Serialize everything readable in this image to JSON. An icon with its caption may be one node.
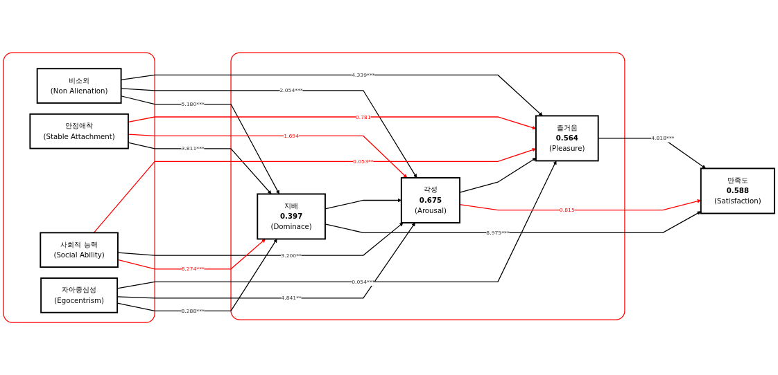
{
  "diagram": {
    "nodes": [
      {
        "text": [],
        "shape": "box"
      },
      {
        "text": [
          "비소외",
          "(Non Alienation)"
        ],
        "in": 0
      },
      {
        "text": [
          "안정애착",
          "(Stable Attachment)"
        ],
        "in": 0
      },
      {
        "text": [
          "사회적 능력",
          "(Social Ability)"
        ],
        "in": 0
      },
      {
        "text": [
          "자아중심성",
          "(Egocentrism)"
        ],
        "in": 0
      },
      {
        "text": [],
        "shape": "box"
      },
      {
        "text": [
          "즐거움",
          "0.564",
          "(Pleasure)"
        ],
        "in": 5
      },
      {
        "text": [
          "각성",
          "0.675",
          "(Arousal)"
        ],
        "in": 5
      },
      {
        "text": [
          "지배",
          "0.397",
          "(Dominace)"
        ],
        "in": 5
      },
      {
        "text": [
          "만족도",
          "0.588",
          "(Satisfaction)"
        ]
      }
    ],
    "edges": [
      {
        "from": 1,
        "to": 6,
        "arrow": "to",
        "label": "4.339***"
      },
      {
        "from": 1,
        "to": 7,
        "arrow": "to",
        "label": "2.054***"
      },
      {
        "from": 1,
        "to": 8,
        "arrow": "to",
        "label": "5.180***"
      },
      {
        "from": 2,
        "to": 6,
        "arrow": "to",
        "label": "0.781",
        "color": "#ff0000"
      },
      {
        "from": 2,
        "to": 7,
        "arrow": "to",
        "label": "1.694",
        "color": "#ff0000"
      },
      {
        "from": 2,
        "to": 8,
        "arrow": "to",
        "label": "3.811***"
      },
      {
        "from": 3,
        "to": 6,
        "arrow": "to",
        "label": "0.053**",
        "color": "#ff0000"
      },
      {
        "from": 3,
        "to": 7,
        "arrow": "to",
        "label": "3.200**"
      },
      {
        "from": 3,
        "to": 8,
        "arrow": "to",
        "label": "6.274***",
        "color": "#ff0000"
      },
      {
        "from": 4,
        "to": 6,
        "arrow": "to",
        "label": "0.054***"
      },
      {
        "from": 4,
        "to": 7,
        "arrow": "to",
        "label": "4.841**"
      },
      {
        "from": 4,
        "to": 8,
        "arrow": "to",
        "label": "8.288***"
      },
      {
        "from": 7,
        "to": 6,
        "arrow": "to"
      },
      {
        "from": 8,
        "to": 7,
        "arrow": "to"
      },
      {
        "from": 6,
        "to": 9,
        "arrow": "to",
        "label": "4.818***"
      },
      {
        "from": 7,
        "to": 9,
        "arrow": "to",
        "label": "0.815",
        "color": "#ff0000"
      },
      {
        "from": 8,
        "to": 9,
        "arrow": "to",
        "label": "8.975***"
      }
    ]
  }
}
